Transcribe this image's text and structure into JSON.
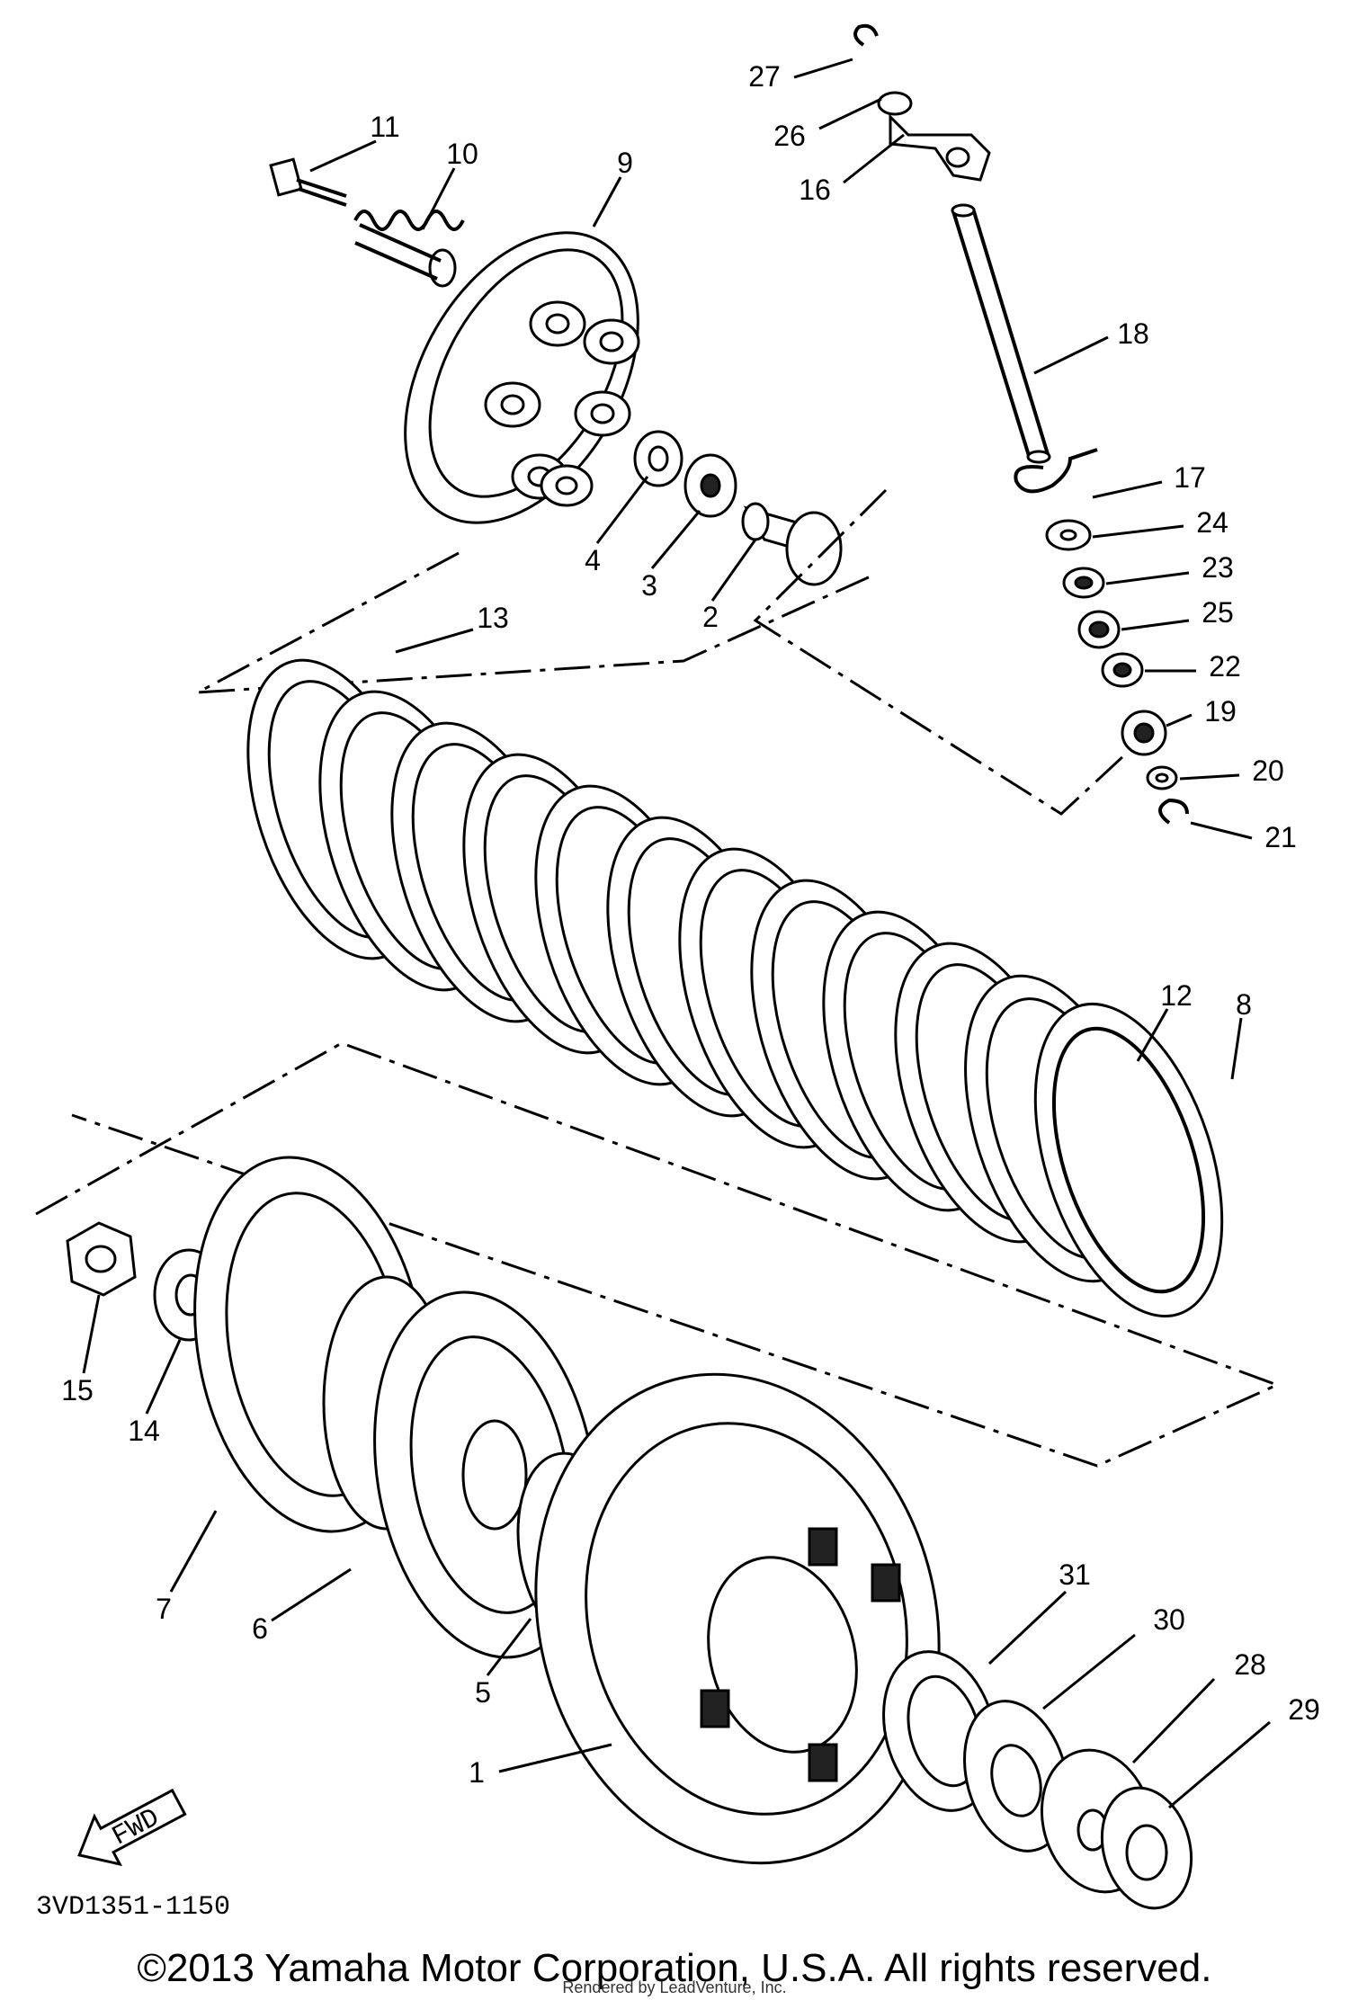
{
  "callouts": [
    {
      "n": "1"
    },
    {
      "n": "2"
    },
    {
      "n": "3"
    },
    {
      "n": "4"
    },
    {
      "n": "5"
    },
    {
      "n": "6"
    },
    {
      "n": "7"
    },
    {
      "n": "8"
    },
    {
      "n": "9"
    },
    {
      "n": "10"
    },
    {
      "n": "11"
    },
    {
      "n": "12"
    },
    {
      "n": "13"
    },
    {
      "n": "14"
    },
    {
      "n": "15"
    },
    {
      "n": "16"
    },
    {
      "n": "17"
    },
    {
      "n": "18"
    },
    {
      "n": "19"
    },
    {
      "n": "20"
    },
    {
      "n": "21"
    },
    {
      "n": "22"
    },
    {
      "n": "23"
    },
    {
      "n": "24"
    },
    {
      "n": "25"
    },
    {
      "n": "26"
    },
    {
      "n": "27"
    },
    {
      "n": "28"
    },
    {
      "n": "29"
    },
    {
      "n": "30"
    },
    {
      "n": "31"
    }
  ],
  "fwd_label": "FWD",
  "diagram_code": "3VD1351-1150",
  "copyright": "©2013 Yamaha Motor Corporation, U.S.A. All rights reserved.",
  "rendered_by": "Rendered by LeadVenture, Inc."
}
